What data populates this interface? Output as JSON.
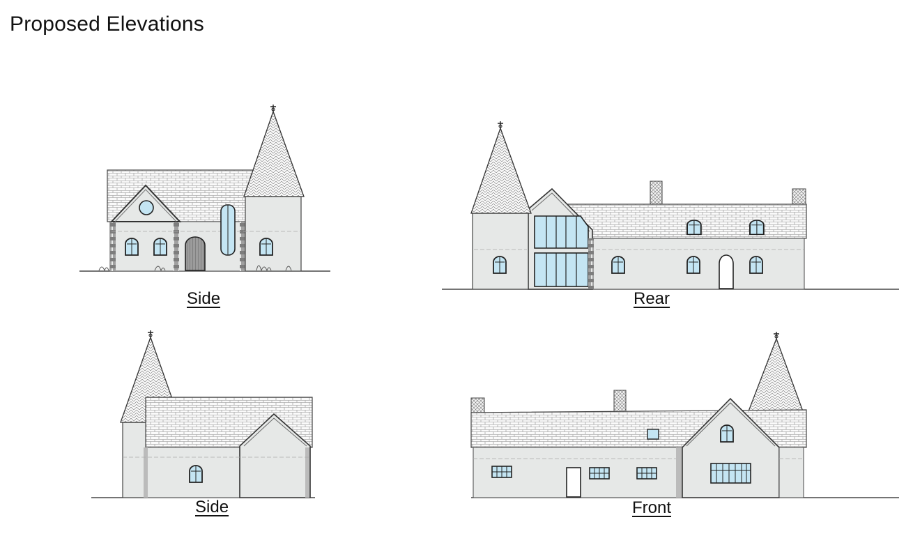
{
  "title": "Proposed Elevations",
  "elevations": [
    {
      "label": "Side"
    },
    {
      "label": "Rear"
    },
    {
      "label": "Side"
    },
    {
      "label": "Front"
    }
  ],
  "colors": {
    "wall": "#e6e8e7",
    "roof_line": "#777777",
    "glass": "#c4e5f3",
    "stone": "#8a8a8a",
    "ink": "#222222"
  }
}
